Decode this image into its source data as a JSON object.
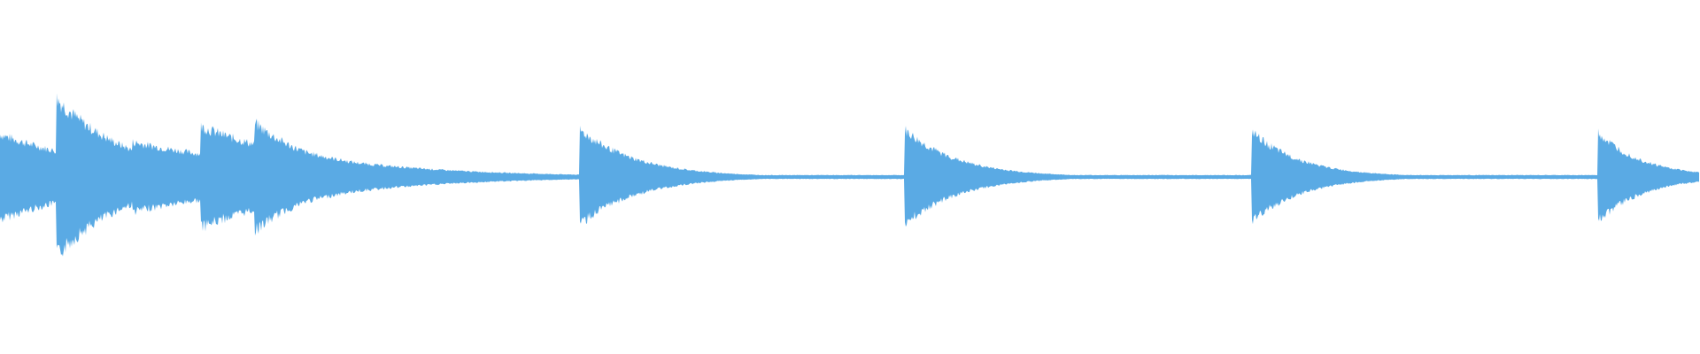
{
  "waveform": {
    "color": "#5aaae4",
    "background": "#ffffff",
    "onsets": [
      {
        "t": 0.0,
        "amp": 0.27,
        "decay": 0.55
      },
      {
        "t": 0.033,
        "amp": 0.5,
        "decay": 0.35
      },
      {
        "t": 0.078,
        "amp": 0.22,
        "decay": 0.8
      },
      {
        "t": 0.118,
        "amp": 0.32,
        "decay": 0.6
      },
      {
        "t": 0.15,
        "amp": 0.34,
        "decay": 0.32
      },
      {
        "t": 0.182,
        "amp": 0.15,
        "decay": 0.45
      },
      {
        "t": 0.341,
        "amp": 0.3,
        "decay": 0.28
      },
      {
        "t": 0.532,
        "amp": 0.3,
        "decay": 0.26
      },
      {
        "t": 0.736,
        "amp": 0.29,
        "decay": 0.24
      },
      {
        "t": 0.94,
        "amp": 0.28,
        "decay": 0.22
      }
    ],
    "floor_amp": 0.012
  }
}
